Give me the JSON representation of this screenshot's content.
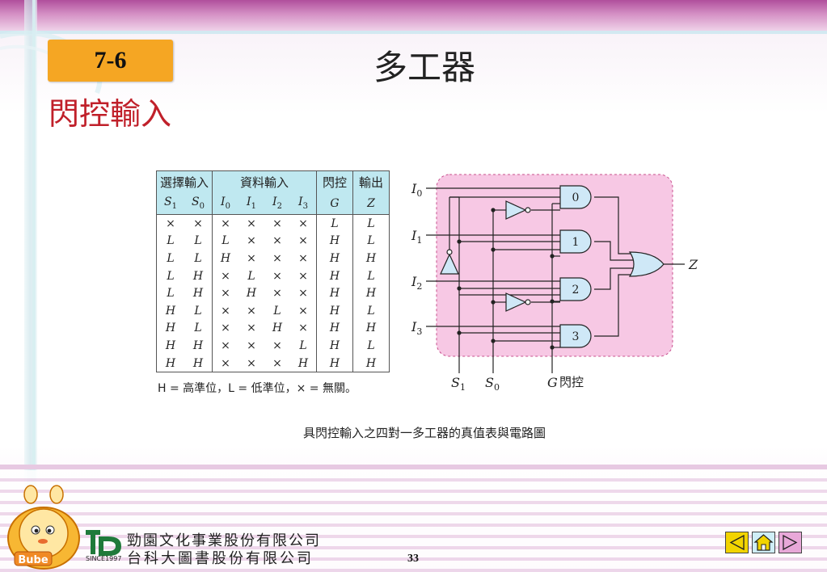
{
  "section_badge": "7-6",
  "page_title": "多工器",
  "subtitle": "閃控輸入",
  "truth_table": {
    "group_headers": [
      "選擇輸入",
      "資料輸入",
      "閃控",
      "輸出"
    ],
    "columns": [
      "S1",
      "S0",
      "I0",
      "I1",
      "I2",
      "I3",
      "G",
      "Z"
    ],
    "rows": [
      [
        "×",
        "×",
        "×",
        "×",
        "×",
        "×",
        "L",
        "L"
      ],
      [
        "L",
        "L",
        "L",
        "×",
        "×",
        "×",
        "H",
        "L"
      ],
      [
        "L",
        "L",
        "H",
        "×",
        "×",
        "×",
        "H",
        "H"
      ],
      [
        "L",
        "H",
        "×",
        "L",
        "×",
        "×",
        "H",
        "L"
      ],
      [
        "L",
        "H",
        "×",
        "H",
        "×",
        "×",
        "H",
        "H"
      ],
      [
        "H",
        "L",
        "×",
        "×",
        "L",
        "×",
        "H",
        "L"
      ],
      [
        "H",
        "L",
        "×",
        "×",
        "H",
        "×",
        "H",
        "H"
      ],
      [
        "H",
        "H",
        "×",
        "×",
        "×",
        "L",
        "H",
        "L"
      ],
      [
        "H",
        "H",
        "×",
        "×",
        "×",
        "H",
        "H",
        "H"
      ]
    ],
    "legend": "H = 高準位，L = 低準位，× = 無關。"
  },
  "circuit": {
    "inputs": [
      "I0",
      "I1",
      "I2",
      "I3"
    ],
    "gate_labels": [
      "0",
      "1",
      "2",
      "3"
    ],
    "output": "Z",
    "selects": [
      "S1",
      "S0"
    ],
    "strobe": "G",
    "strobe_label": "閃控"
  },
  "caption": "具閃控輸入之四對一多工器的真值表與電路圖",
  "footer": {
    "publisher_line1": "勁園文化事業股份有限公司",
    "publisher_line2": "台科大圖書股份有限公司",
    "since": "SINCE1997",
    "mascot_text": "Bube",
    "page_number": "33"
  },
  "colors": {
    "badge": "#f5a623",
    "subtitle": "#c0202a",
    "table_header": "#bfe8f0",
    "circuit_bg": "#f7c8e4",
    "gate_fill": "#cfe8f7",
    "nav_button": "#f2d400"
  },
  "icons": [
    "mascot-icon",
    "publisher-logo-icon",
    "prev-icon",
    "home-icon",
    "next-icon"
  ]
}
